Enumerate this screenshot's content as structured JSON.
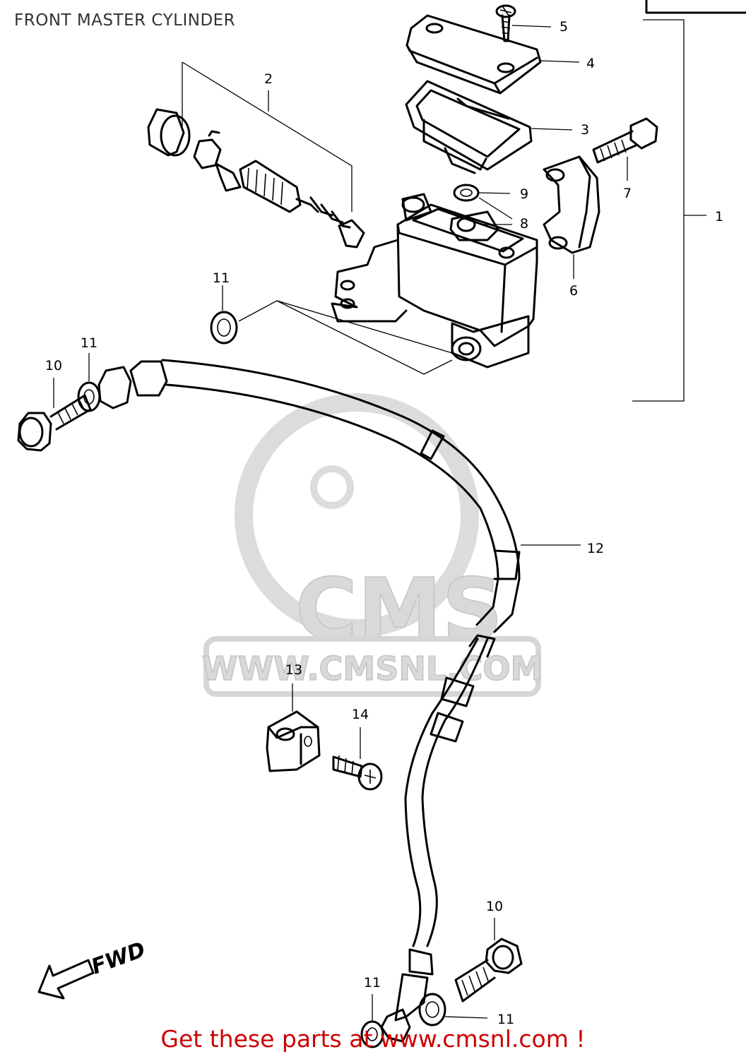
{
  "title": "FRONT MASTER CYLINDER",
  "footer": "Get these parts at www.cmsnl.com !",
  "watermark": {
    "brand": "CMS",
    "url": "WWW.CMSNL.COM"
  },
  "direction_label": "FWD",
  "callouts": {
    "c1": "1",
    "c2": "2",
    "c3": "3",
    "c4": "4",
    "c5": "5",
    "c6": "6",
    "c7": "7",
    "c8": "8",
    "c9": "9",
    "c10a": "10",
    "c10b": "10",
    "c11a": "11",
    "c11b": "11",
    "c11c": "11",
    "c11d": "11",
    "c12": "12",
    "c13": "13",
    "c14": "14"
  },
  "colors": {
    "line": "#000000",
    "cta": "#cc0000",
    "watermark": "#d9d9d9"
  }
}
